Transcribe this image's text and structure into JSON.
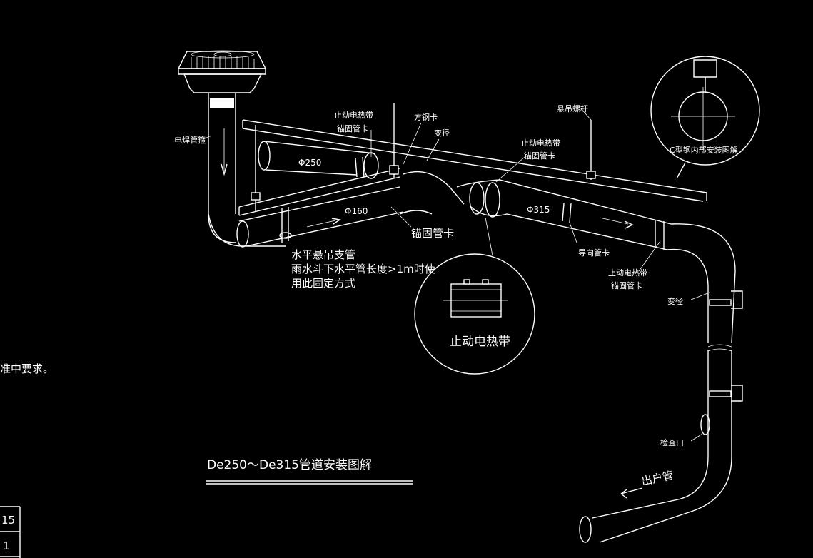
{
  "labels": {
    "weld_sleeve": "电焊管箍",
    "phi250": "Φ250",
    "phi160": "Φ160",
    "phi315": "Φ315",
    "stop_band_1": "止动电热带",
    "anchor_1": "锚固管卡",
    "square_clamp": "方钢卡",
    "reducer_1": "变径",
    "stop_band_2": "止动电热带",
    "anchor_2": "锚固管卡",
    "hang_rod": "悬吊螺杆",
    "c_steel_detail": "C型钢内部安装图解",
    "anchor_3": "锚固管卡",
    "guide_clamp": "导向管卡",
    "stop_band_3": "止动电热带",
    "anchor_4": "锚固管卡",
    "reducer_2": "变径",
    "inspection_port": "检查口",
    "outlet_pipe": "出户管",
    "detail_stop_band": "止动电热带",
    "note_line1": "水平悬吊支管",
    "note_line2": "雨水斗下水平管长度>1m时使",
    "note_line3": "用此固定方式",
    "left_note": "准中要求。",
    "title": "De250～De315管道安装图解",
    "table_cell_1": "15",
    "table_cell_2": "1"
  },
  "colors": {
    "background": "#000000",
    "line": "#ffffff"
  }
}
